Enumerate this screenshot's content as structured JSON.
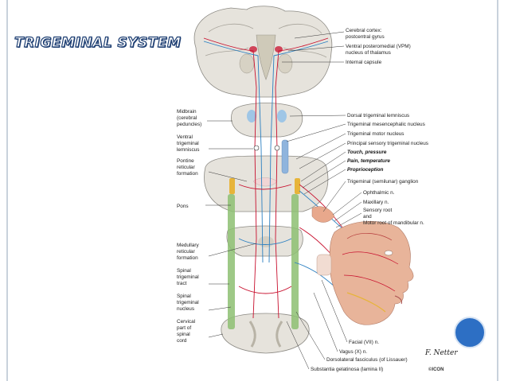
{
  "slide": {
    "title": "TRIGEMINAL SYSTEM"
  },
  "labels_right": [
    "Cerebral cortex:",
    "postcentral gyrus",
    "Ventral posteromedial (VPM)",
    "nucleus of thalamus",
    "Internal capsule",
    "Dorsal trigeminal lemniscus",
    "Trigeminal mesencephalic nucleus",
    "Trigeminal motor nucleus",
    "Principal sensory trigeminal nucleus",
    "Touch, pressure",
    "Pain, temperature",
    "Proprioception",
    "Trigeminal (semilunar) ganglion",
    "Ophthalmic n.",
    "Maxillary n.",
    "Sensory root",
    "and",
    "Motor root of mandibular n.",
    "Facial (VII) n.",
    "Vagus (X) n.",
    "Dorsolateral fasciculus (of Lissauer)",
    "Substantia gelatinosa (lamina II)"
  ],
  "labels_left": [
    "Midbrain",
    "(cerebral",
    "peduncles)",
    "Ventral",
    "trigeminal",
    "lemniscus",
    "Pontine",
    "reticular",
    "formation",
    "Pons",
    "Medullary",
    "reticular",
    "formation",
    "Spinal",
    "trigeminal",
    "tract",
    "Spinal",
    "trigeminal",
    "nucleus",
    "Cervical",
    "part of",
    "spinal",
    "cord"
  ],
  "signature": "F. Netter",
  "publisher": "©ICON",
  "colors": {
    "title_outline": "#1e3f73",
    "sensory_red": "#c8102e",
    "sensory_blue": "#2a7fc1",
    "tract_green": "#8dbf72",
    "nucleus_yellow": "#e7b43a",
    "brain_tissue": "#e6e3dc",
    "accent_circle": "#2d6fc4"
  }
}
